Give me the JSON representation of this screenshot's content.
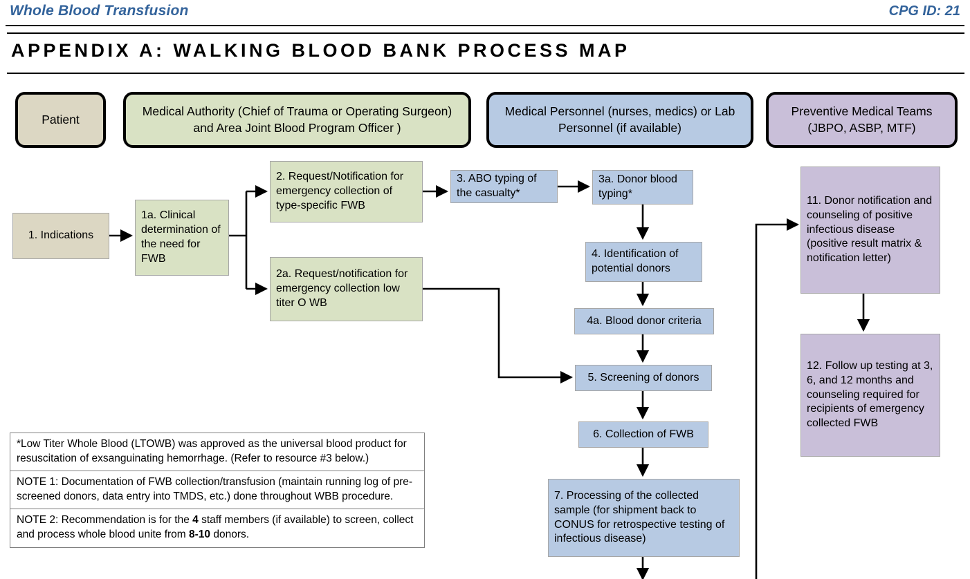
{
  "header": {
    "left_title": "Whole Blood Transfusion",
    "right_id": "CPG ID: 21",
    "accent_color": "#33639b"
  },
  "page_title": "APPENDIX A: WALKING BLOOD BANK PROCESS MAP",
  "lanes": [
    {
      "id": "patient",
      "label": "Patient",
      "color": "#dcd7c3"
    },
    {
      "id": "medical-authority",
      "label": "Medical Authority (Chief of Trauma or Operating Surgeon) and Area Joint Blood Program Officer )",
      "color": "#d9e2c4"
    },
    {
      "id": "medical-personnel",
      "label": "Medical Personnel (nurses, medics) or Lab Personnel (if available)",
      "color": "#b7cae3"
    },
    {
      "id": "preventive-medical-teams",
      "label": "Preventive Medical Teams (JBPO, ASBP, MTF)",
      "color": "#c9bfd9"
    }
  ],
  "nodes": {
    "n1": {
      "label": "1. Indications",
      "color": "#dcd7c3"
    },
    "n1a": {
      "label": "1a. Clinical determination of the need for FWB",
      "color": "#d9e2c4"
    },
    "n2": {
      "label": "2. Request/Notification for emergency collection of type-specific FWB",
      "color": "#d9e2c4"
    },
    "n2a": {
      "label": "2a. Request/notification for emergency collection low titer O WB",
      "color": "#d9e2c4"
    },
    "n3": {
      "label": "3. ABO typing of the casualty*",
      "color": "#b7cae3"
    },
    "n3a": {
      "label": "3a. Donor blood typing*",
      "color": "#b7cae3"
    },
    "n4": {
      "label": "4. Identification of potential donors",
      "color": "#b7cae3"
    },
    "n4a": {
      "label": "4a. Blood donor criteria",
      "color": "#b7cae3"
    },
    "n5": {
      "label": "5. Screening of donors",
      "color": "#b7cae3"
    },
    "n6": {
      "label": "6. Collection of FWB",
      "color": "#b7cae3"
    },
    "n7": {
      "label": "7. Processing of the collected sample (for shipment back to CONUS for retrospective testing of infectious disease)",
      "color": "#b7cae3"
    },
    "n11": {
      "label": "11. Donor notification and counseling of positive infectious disease (positive result matrix & notification letter)",
      "color": "#c9bfd9"
    },
    "n12": {
      "label": "12. Follow up testing at 3, 6, and 12 months and counseling required for recipients of emergency collected FWB",
      "color": "#c9bfd9"
    }
  },
  "notes": [
    {
      "id": "footnote-ltowb",
      "text": "*Low Titer Whole Blood (LTOWB) was approved as the universal blood product for resuscitation of exsanguinating hemorrhage. (Refer to resource #3 below.)"
    },
    {
      "id": "note-1",
      "text": "NOTE 1: Documentation of FWB collection/transfusion (maintain running log of pre-screened donors, data entry into TMDS, etc.) done throughout WBB procedure."
    },
    {
      "id": "note-2",
      "pre": "NOTE 2: Recommendation is for the ",
      "b1": "4",
      "mid": " staff members (if available) to screen, collect and process whole blood unite from ",
      "b2": "8-10",
      "post": " donors."
    }
  ]
}
